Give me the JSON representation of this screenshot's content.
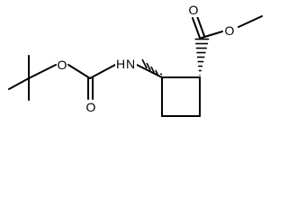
{
  "atom_labels": {
    "boc_ether_oxygen": "O",
    "boc_carbonyl_oxygen": "O",
    "amine_n": "N",
    "amine_h": "H",
    "ester_carbonyl_oxygen": "O",
    "ester_ether_oxygen": "O"
  },
  "stereo": {
    "c1_to_nh": "hashed-wedge",
    "c2_to_ester": "hashed-wedge"
  },
  "colors": {
    "bond": "#000000",
    "background": "#ffffff"
  }
}
